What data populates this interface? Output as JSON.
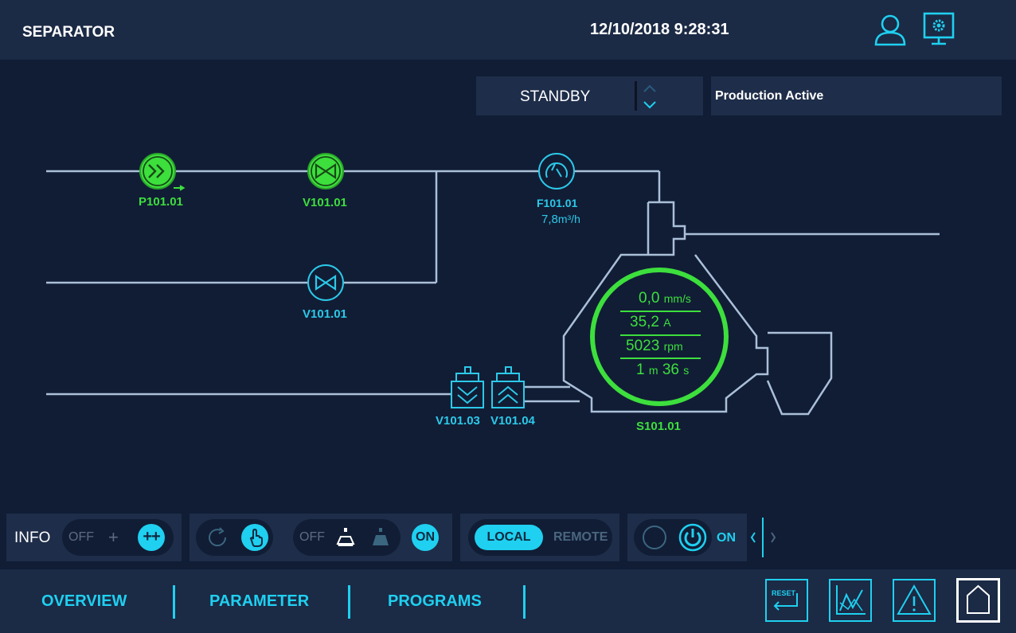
{
  "header": {
    "title": "SEPARATOR",
    "datetime": "12/10/2018 9:28:31"
  },
  "mode": {
    "label": "STANDBY",
    "status": "Production Active"
  },
  "devices": {
    "pump": {
      "tag": "P101.01"
    },
    "valve_top": {
      "tag": "V101.01"
    },
    "valve_mid": {
      "tag": "V101.01"
    },
    "flow": {
      "tag": "F101.01",
      "value": "7,8",
      "unit": "m³/h"
    },
    "valve_03": {
      "tag": "V101.03"
    },
    "valve_04": {
      "tag": "V101.04"
    },
    "separator": {
      "tag": "S101.01",
      "vibration": {
        "value": "0,0",
        "unit": "mm/s"
      },
      "current": {
        "value": "35,2",
        "unit": "A"
      },
      "speed": {
        "value": "5023",
        "unit": "rpm"
      },
      "time": {
        "min": "1",
        "min_unit": "m",
        "sec": "36",
        "sec_unit": "s"
      }
    }
  },
  "controls": {
    "info": {
      "label": "INFO",
      "off": "OFF",
      "plus": "+",
      "plusplus": "++"
    },
    "bowl": {
      "off": "OFF",
      "on": "ON"
    },
    "location": {
      "local": "LOCAL",
      "remote": "REMOTE"
    },
    "power": {
      "on": "ON"
    }
  },
  "nav": {
    "overview": "OVERVIEW",
    "parameter": "PARAMETER",
    "programs": "PROGRAMS"
  },
  "footer_buttons": {
    "reset": "RESET"
  },
  "colors": {
    "background": "#111d35",
    "panel": "#1e2d49",
    "accent": "#1fd0f0",
    "active_green": "#3ddf3d",
    "pipe": "#aac0d8"
  }
}
